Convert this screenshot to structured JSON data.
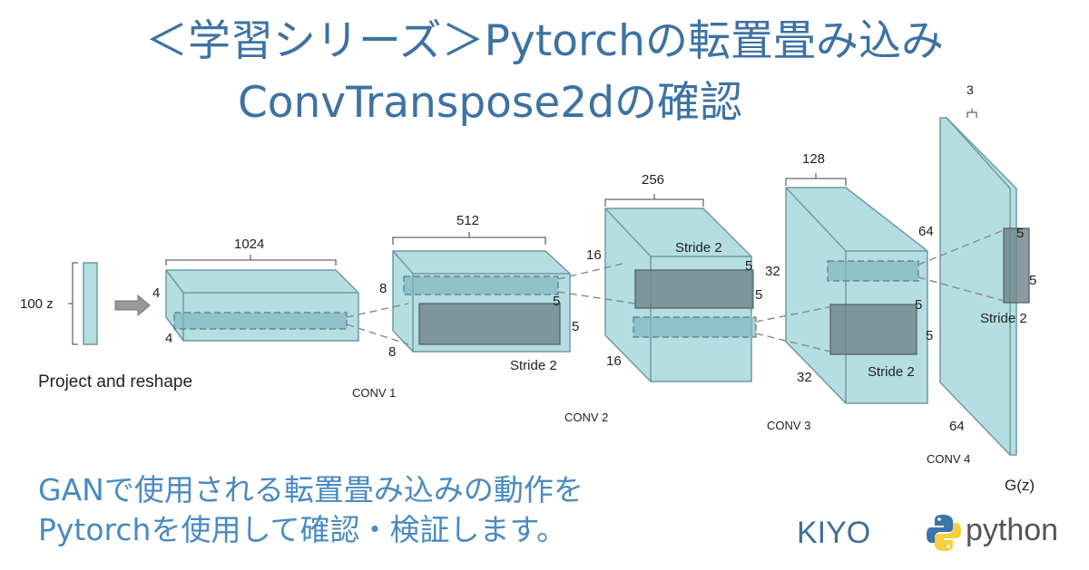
{
  "title": {
    "line1": "＜学習シリーズ＞Pytorchの転置畳み込み",
    "line2": "ConvTranspose2dの確認"
  },
  "subtitle": {
    "line1": "GANで使用される転置畳み込みの動作を",
    "line2": "Pytorchを使用して確認・検証します。"
  },
  "author": "KIYO",
  "logo": {
    "text": "python",
    "icon": "python-logo-icon"
  },
  "colors": {
    "title": "#3d72a3",
    "subtitle": "#4a8ac2",
    "block_fill": "#a8d8de",
    "kernel_fill": "#6e8388"
  },
  "diagram": {
    "input": {
      "label": "100 z",
      "caption": "Project and reshape"
    },
    "project": {
      "channels": "1024",
      "h": "4",
      "w": "4"
    },
    "conv1": {
      "label": "CONV 1",
      "channels": "512",
      "h": "8",
      "w": "8",
      "k1": "5",
      "k2": "5",
      "stride": "Stride 2"
    },
    "conv2": {
      "label": "CONV 2",
      "channels": "256",
      "h": "16",
      "w": "16",
      "k1": "5",
      "k2": "5",
      "stride": "Stride 2"
    },
    "conv3": {
      "label": "CONV 3",
      "channels": "128",
      "h": "32",
      "w": "32",
      "k1": "5",
      "k2": "5",
      "stride": "Stride 2"
    },
    "conv4": {
      "label": "CONV 4",
      "channels": "3",
      "h": "64",
      "w": "64",
      "k1": "5",
      "k2": "5",
      "stride": "Stride 2"
    },
    "output": "G(z)"
  }
}
